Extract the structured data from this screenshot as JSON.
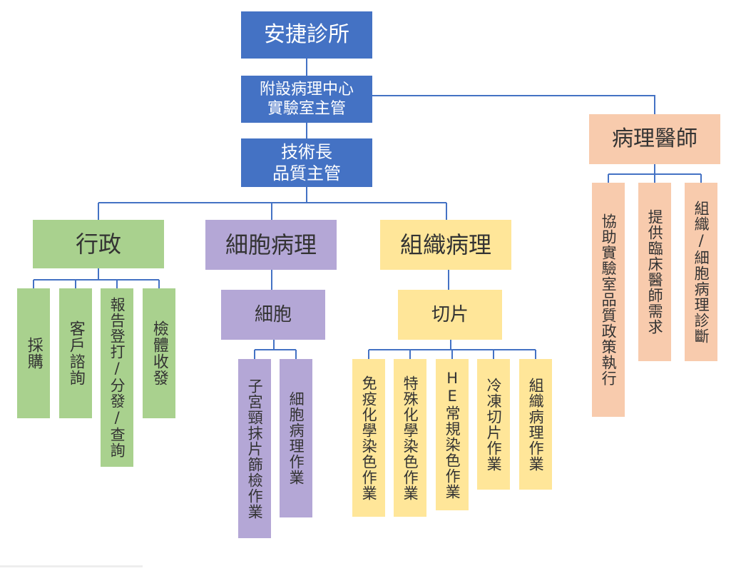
{
  "chart": {
    "clinic": "安捷診所",
    "lab_supervisor": "附設病理中心\n實驗室主管",
    "tech_head": "技術長\n品質主管",
    "pathologist": "病理醫師",
    "admin": "行政",
    "admin_items": [
      "採購",
      "客戶諮詢",
      "報告登打/分發/查詢",
      "檢體收發"
    ],
    "cytology": "細胞病理",
    "cell": "細胞",
    "cell_items": [
      "子宮頸抹片篩檢作業",
      "細胞病理作業"
    ],
    "histology": "組織病理",
    "section": "切片",
    "section_items": [
      "免疫化學染色作業",
      "特殊化學染色作業",
      "HE常規染色作業",
      "冷凍切片作業",
      "組織病理作業"
    ],
    "doctor_items": [
      "協助實驗室品質政策執行",
      "提供臨床醫師需求",
      "組織/細胞病理診斷"
    ]
  },
  "colors": {
    "top_level": "#4472c4",
    "admin": "#a9d18e",
    "cytology": "#b4a7d6",
    "histology": "#ffe699",
    "pathologist": "#f8cbad",
    "connector": "#4472c4"
  }
}
